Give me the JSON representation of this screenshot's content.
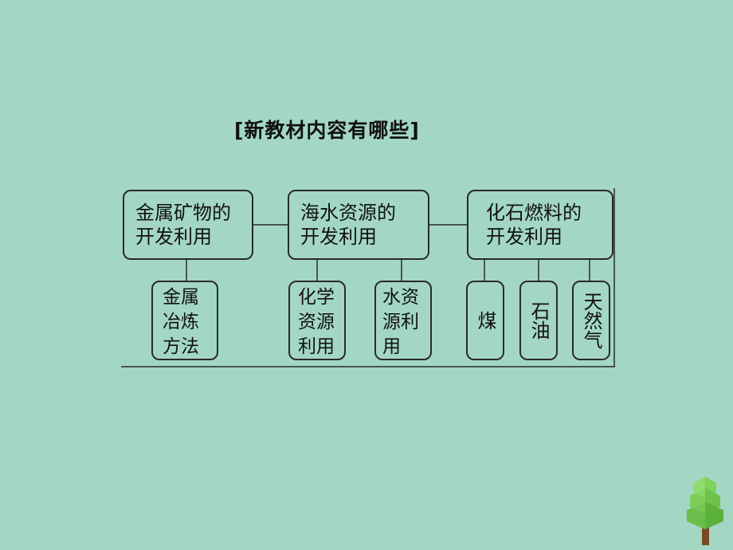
{
  "title": "[新教材内容有哪些]",
  "diagram": {
    "top": [
      {
        "line1": "金属矿物的",
        "line2": "开发利用"
      },
      {
        "line1": "海水资源的",
        "line2": "开发利用"
      },
      {
        "line1": "化石燃料的",
        "line2": "开发利用"
      }
    ],
    "sub": [
      {
        "line1": "金属",
        "line2": "冶炼",
        "line3": "方法"
      },
      {
        "line1": "化学",
        "line2": "资源",
        "line3": "利用"
      },
      {
        "line1": "水资",
        "line2": "源利",
        "line3": "用"
      },
      {
        "text": "煤"
      },
      {
        "text": "石油"
      },
      {
        "text": "天然气"
      }
    ]
  },
  "colors": {
    "background": "#a3d7c4",
    "line": "#2a2a2a",
    "tree_leaf": "#6cc24a",
    "tree_trunk": "#7a4a24"
  }
}
